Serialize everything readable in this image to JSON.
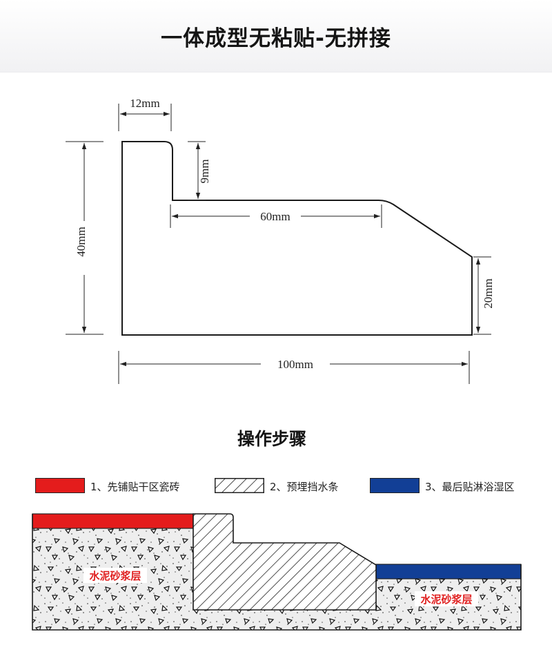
{
  "header": {
    "title": "一体成型无粘贴-无拼接"
  },
  "profile": {
    "dimensions": {
      "top_width": "12mm",
      "height_total": "40mm",
      "step_depth": "9mm",
      "step_length": "60mm",
      "end_height": "20mm",
      "total_width": "100mm"
    }
  },
  "steps": {
    "title": "操作步骤",
    "legend": [
      {
        "label": "1、先铺贴干区瓷砖",
        "color": "#e41c1c"
      },
      {
        "label": "2、预埋挡水条",
        "pattern": "diagonal-hatch"
      },
      {
        "label": "3、最后贴淋浴湿区",
        "color": "#123f96"
      }
    ],
    "diagram": {
      "left_mortar_label": "水泥砂浆层",
      "right_mortar_label": "水泥砂浆层"
    }
  },
  "colors": {
    "dry_tile": "#e41c1c",
    "wet_tile": "#123f96",
    "mortar_text": "#e02020"
  }
}
